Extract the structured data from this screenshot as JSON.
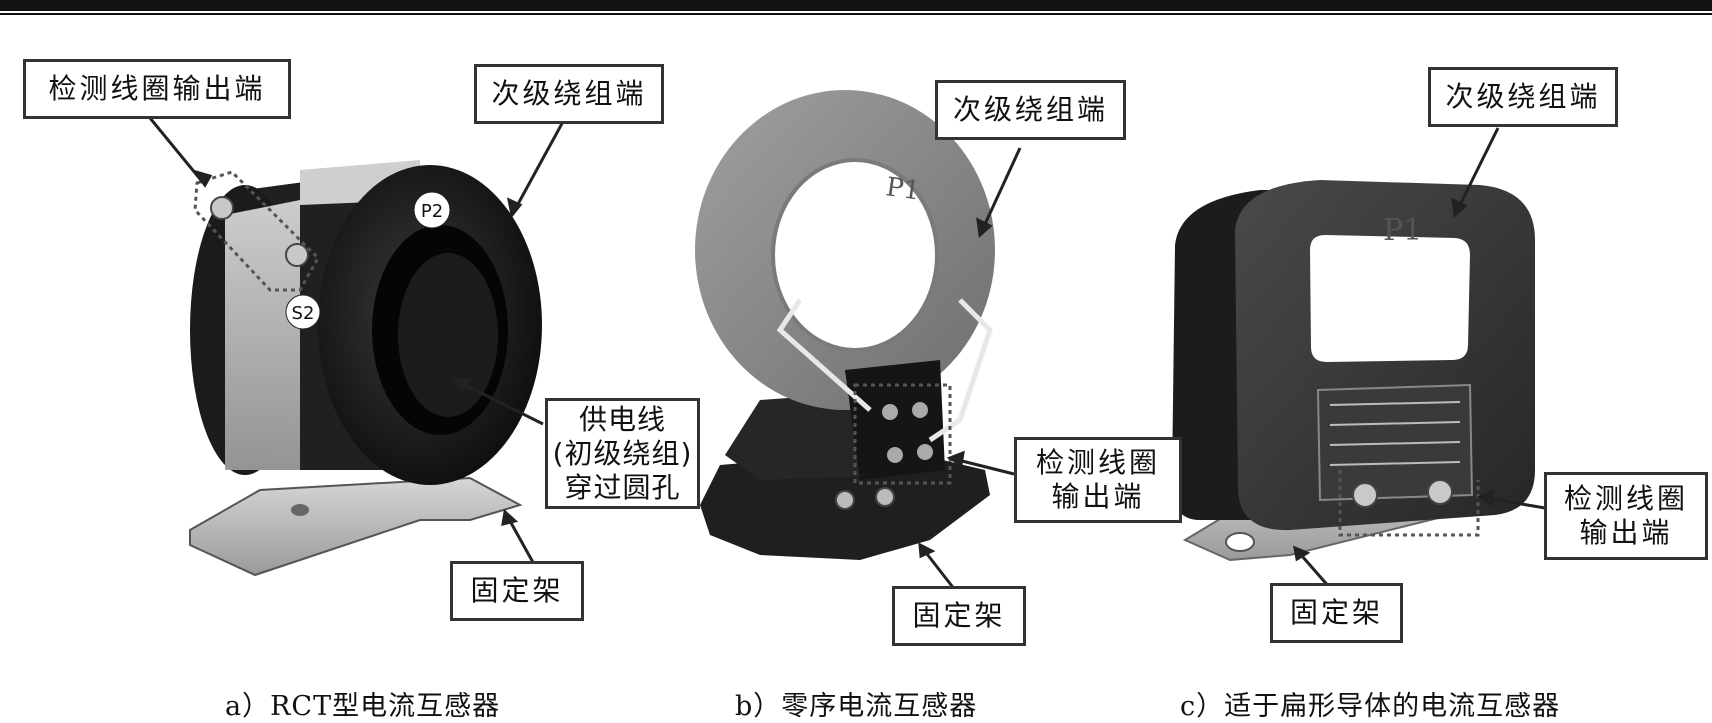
{
  "panel_a": {
    "label_detect": "检测线圈输出端",
    "label_secondary": "次级绕组端",
    "label_supply_1": "供电线",
    "label_supply_2": "(初级绕组)",
    "label_supply_3": "穿过圆孔",
    "label_bracket": "固定架",
    "mark_p2": "P2",
    "mark_s2": "S2",
    "caption": "a）RCT型电流互感器"
  },
  "panel_b": {
    "label_secondary": "次级绕组端",
    "label_detect_1": "检测线圈",
    "label_detect_2": "输出端",
    "label_bracket": "固定架",
    "mark_p1": "P1",
    "caption": "b）零序电流互感器"
  },
  "panel_c": {
    "label_secondary": "次级绕组端",
    "label_detect_1": "检测线圈",
    "label_detect_2": "输出端",
    "label_bracket": "固定架",
    "mark_p1": "P1",
    "caption": "c）适于扁形导体的电流互感器"
  },
  "colors": {
    "device_dark": "#1a1a1a",
    "coil_gray": "#8a8a8a",
    "metal": "#b9b9b9",
    "box_border": "#333333"
  }
}
